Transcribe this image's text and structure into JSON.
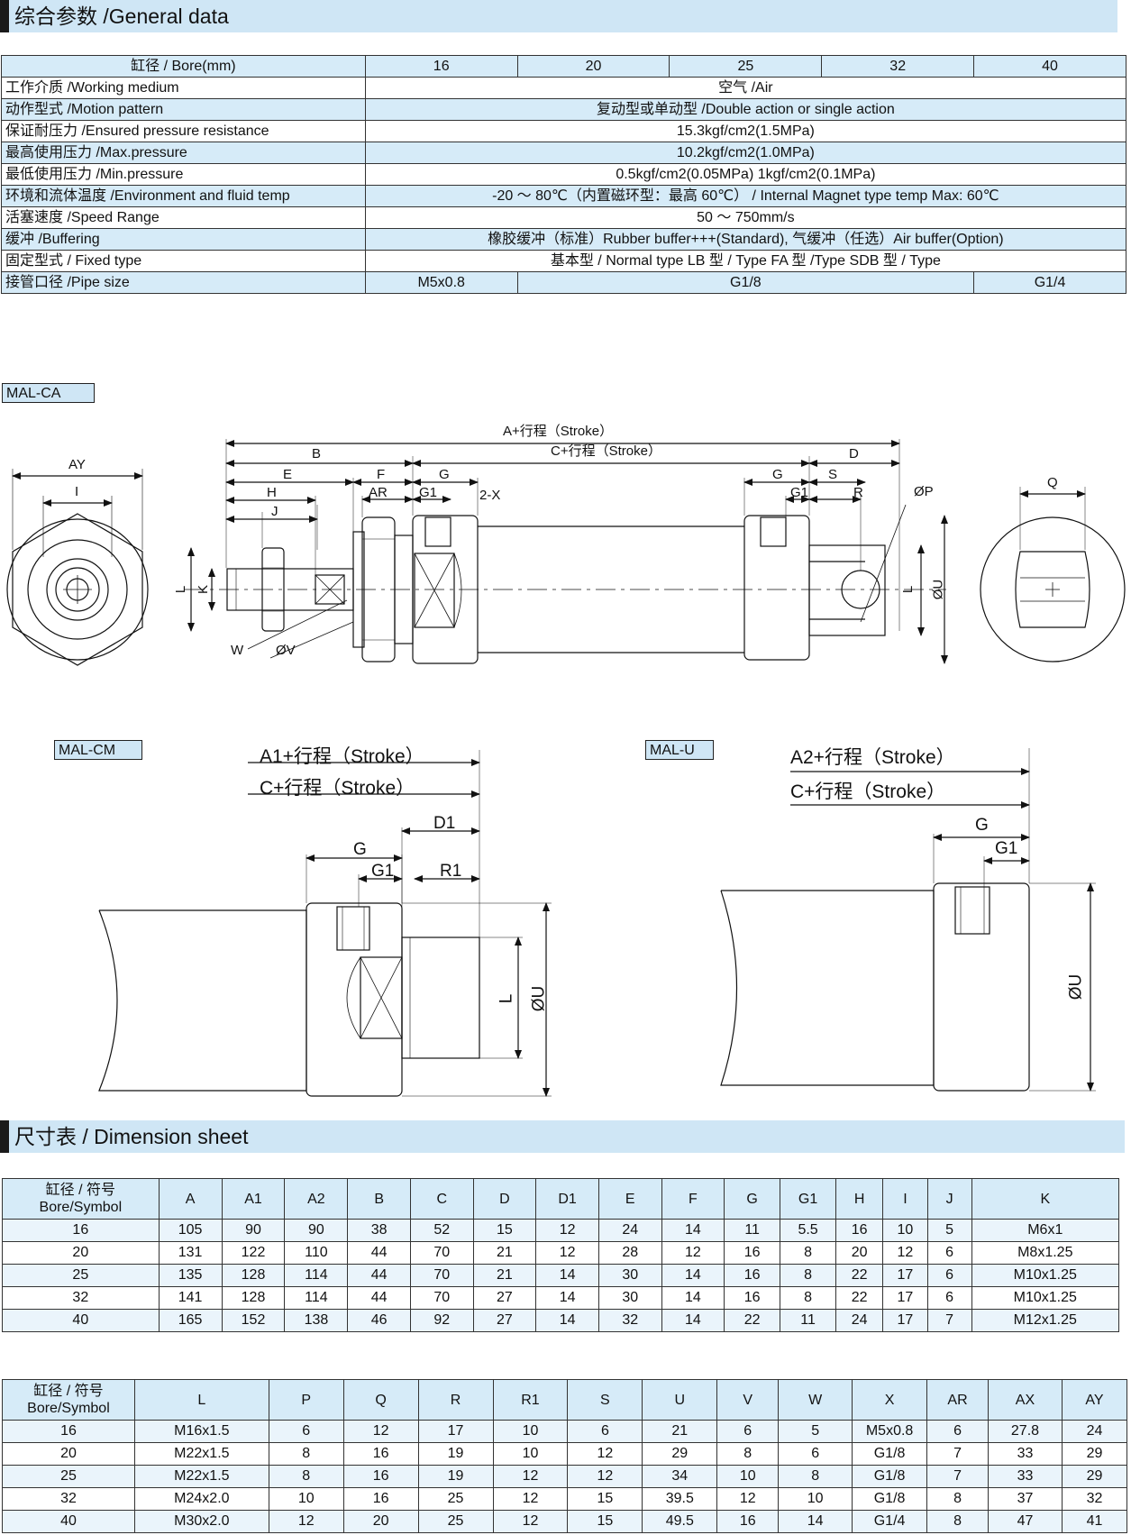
{
  "general": {
    "title": "综合参数 /General data",
    "rows": [
      {
        "label": "缸径 / Bore(mm)",
        "cells": [
          "16",
          "20",
          "25",
          "32",
          "40"
        ]
      },
      {
        "label": "工作介质 /Working medium",
        "value": "空气 /Air"
      },
      {
        "label": "动作型式 /Motion pattern",
        "value": "复动型或单动型 /Double action or single action"
      },
      {
        "label": "保证耐压力 /Ensured pressure resistance",
        "value": "15.3kgf/cm2(1.5MPa)"
      },
      {
        "label": "最高使用压力 /Max.pressure",
        "value": "10.2kgf/cm2(1.0MPa)"
      },
      {
        "label": "最低使用压力 /Min.pressure",
        "value": "0.5kgf/cm2(0.05MPa)   1kgf/cm2(0.1MPa)"
      },
      {
        "label": "环境和流体温度 /Environment and fluid temp",
        "value": "-20 ～ 80℃（内置磁环型：最高 60℃）  /  Internal Magnet type temp Max: 60℃"
      },
      {
        "label": "活塞速度 /Speed Range",
        "value": "50 ～ 750mm/s"
      },
      {
        "label": "缓冲 /Buffering",
        "value": "橡胶缓冲（标准）Rubber buffer+++(Standard), 气缓冲（任选）Air buffer(Option)"
      },
      {
        "label": "固定型式 / Fixed type",
        "value": "基本型 / Normal type   LB 型 / Type   FA 型 /Type   SDB 型 / Type"
      },
      {
        "label": "接管口径 /Pipe size",
        "cells": [
          "M5x0.8",
          "G1/8",
          "G1/4"
        ]
      }
    ]
  },
  "drawings": {
    "ca": {
      "tag": "MAL-CA",
      "labels": {
        "AY": "AY",
        "I": "I",
        "A": "A+行程（Stroke）",
        "C": "C+行程（Stroke）",
        "B": "B",
        "D": "D",
        "E": "E",
        "F": "F",
        "G": "G",
        "H": "H",
        "AR": "AR",
        "G1": "G1",
        "X": "2-X",
        "J": "J",
        "S": "S",
        "R": "R",
        "P": "ØP",
        "Q": "Q",
        "L": "L",
        "K": "K",
        "U": "ØU",
        "W": "W",
        "V": "ØV",
        "L2": "L"
      }
    },
    "cm": {
      "tag": "MAL-CM",
      "labels": {
        "A1": "A1+行程（Stroke）",
        "C": "C+行程（Stroke）",
        "D1": "D1",
        "G": "G",
        "G1": "G1",
        "R1": "R1",
        "L": "L",
        "U": "ØU"
      }
    },
    "u": {
      "tag": "MAL-U",
      "labels": {
        "A2": "A2+行程（Stroke）",
        "C": "C+行程（Stroke）",
        "G": "G",
        "G1": "G1",
        "U": "ØU"
      }
    }
  },
  "dimension": {
    "title": "尺寸表 /  Dimension sheet",
    "header_cn": "缸径 / 符号",
    "header_en": "Bore/Symbol",
    "table1": {
      "columns": [
        "A",
        "A1",
        "A2",
        "B",
        "C",
        "D",
        "D1",
        "E",
        "F",
        "G",
        "G1",
        "H",
        "I",
        "J",
        "K"
      ],
      "rows": [
        [
          "16",
          "105",
          "90",
          "90",
          "38",
          "52",
          "15",
          "12",
          "24",
          "14",
          "11",
          "5.5",
          "16",
          "10",
          "5",
          "M6x1"
        ],
        [
          "20",
          "131",
          "122",
          "110",
          "44",
          "70",
          "21",
          "12",
          "28",
          "12",
          "16",
          "8",
          "20",
          "12",
          "6",
          "M8x1.25"
        ],
        [
          "25",
          "135",
          "128",
          "114",
          "44",
          "70",
          "21",
          "14",
          "30",
          "14",
          "16",
          "8",
          "22",
          "17",
          "6",
          "M10x1.25"
        ],
        [
          "32",
          "141",
          "128",
          "114",
          "44",
          "70",
          "27",
          "14",
          "30",
          "14",
          "16",
          "8",
          "22",
          "17",
          "6",
          "M10x1.25"
        ],
        [
          "40",
          "165",
          "152",
          "138",
          "46",
          "92",
          "27",
          "14",
          "32",
          "14",
          "22",
          "11",
          "24",
          "17",
          "7",
          "M12x1.25"
        ]
      ]
    },
    "table2": {
      "columns": [
        "L",
        "P",
        "Q",
        "R",
        "R1",
        "S",
        "U",
        "V",
        "W",
        "X",
        "AR",
        "AX",
        "AY"
      ],
      "rows": [
        [
          "16",
          "M16x1.5",
          "6",
          "12",
          "17",
          "10",
          "6",
          "21",
          "6",
          "5",
          "M5x0.8",
          "6",
          "27.8",
          "24"
        ],
        [
          "20",
          "M22x1.5",
          "8",
          "16",
          "19",
          "10",
          "12",
          "29",
          "8",
          "6",
          "G1/8",
          "7",
          "33",
          "29"
        ],
        [
          "25",
          "M22x1.5",
          "8",
          "16",
          "19",
          "12",
          "12",
          "34",
          "10",
          "8",
          "G1/8",
          "7",
          "33",
          "29"
        ],
        [
          "32",
          "M24x2.0",
          "10",
          "16",
          "25",
          "12",
          "15",
          "39.5",
          "12",
          "10",
          "G1/8",
          "8",
          "37",
          "32"
        ],
        [
          "40",
          "M30x2.0",
          "12",
          "20",
          "25",
          "12",
          "15",
          "49.5",
          "16",
          "14",
          "G1/4",
          "8",
          "47",
          "41"
        ]
      ]
    }
  }
}
